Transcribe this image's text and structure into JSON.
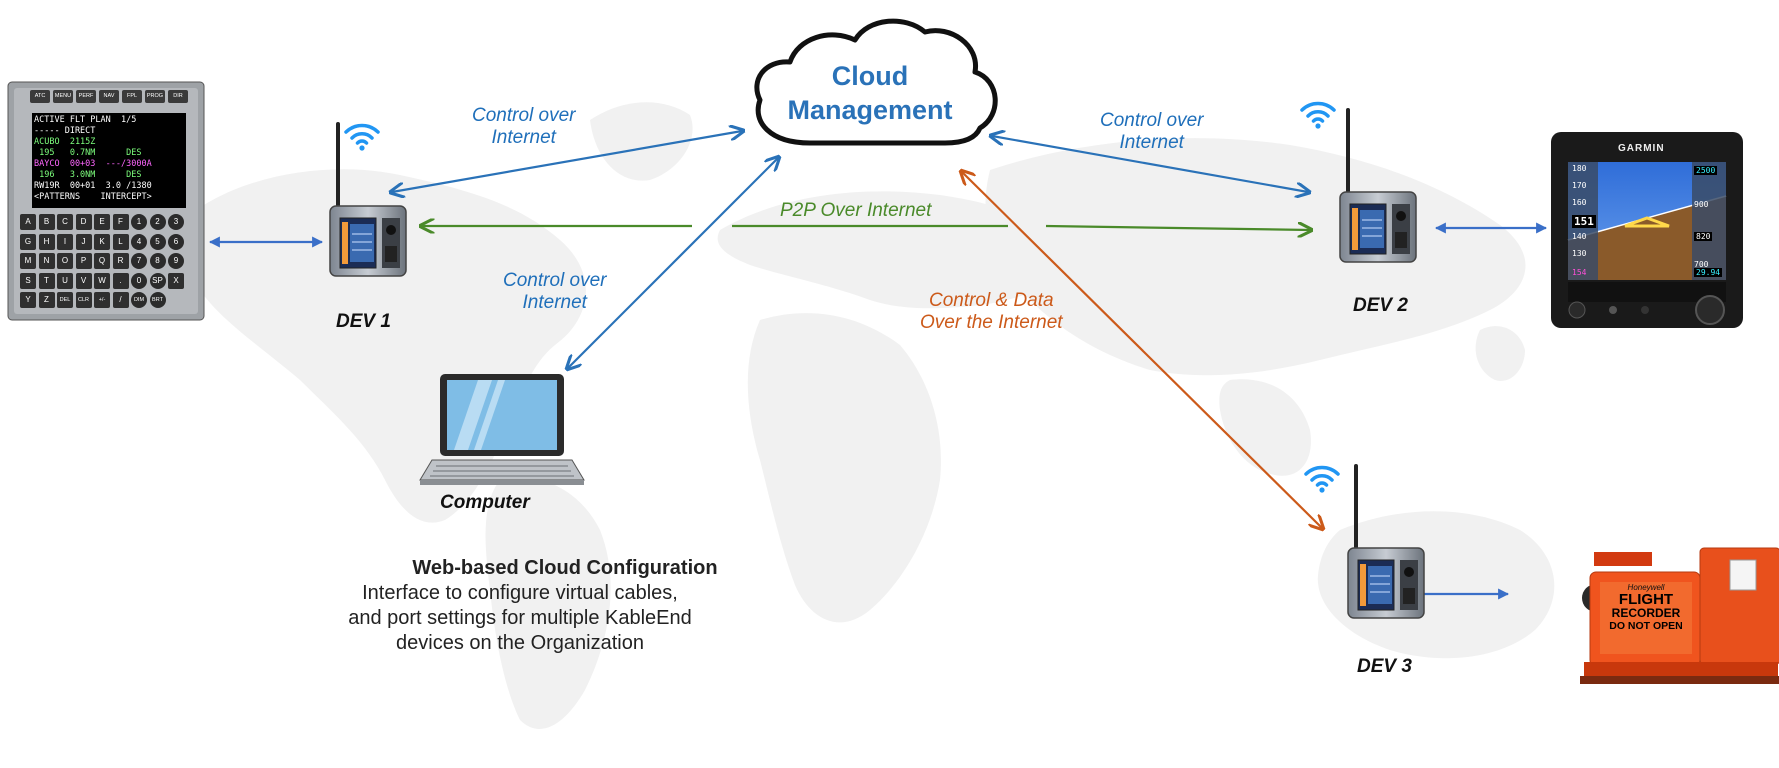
{
  "cloud": {
    "line1": "Cloud",
    "line2": "Management"
  },
  "links": {
    "dev1_control": {
      "line1": "Control over",
      "line2": "Internet"
    },
    "computer_control": {
      "line1": "Control over",
      "line2": "Internet"
    },
    "dev2_control": {
      "line1": "Control over",
      "line2": "Internet"
    },
    "p2p": "P2P Over Internet",
    "dev3_control": {
      "line1": "Control & Data",
      "line2": "Over the Internet"
    }
  },
  "devices": {
    "dev1": "DEV 1",
    "dev2": "DEV 2",
    "dev3": "DEV 3",
    "computer": "Computer"
  },
  "description": {
    "title": "Web-based Cloud Configuration",
    "line1": "Interface to configure virtual cables,",
    "line2": "and port settings for multiple KableEnd",
    "line3": "devices on the Organization"
  },
  "cdu": {
    "top_keys": [
      "ATC",
      "MENU",
      "PERF",
      "NAV",
      "FPL",
      "PROG",
      "DIR"
    ],
    "screen_lines": [
      "ACTIVE FLT PLAN  1/5",
      "----- DIRECT",
      "ACUBO  2115Z",
      " 195   0.7NM      DES",
      "BAYCO  00+03  ---/3000A",
      " 196   3.0NM      DES",
      "RW19R  00+01  3.0 /1380",
      "<PATTERNS    INTERCEPT>"
    ],
    "keys": [
      "A",
      "B",
      "C",
      "D",
      "E",
      "F",
      "1",
      "2",
      "3",
      "G",
      "H",
      "I",
      "J",
      "K",
      "L",
      "4",
      "5",
      "6",
      "M",
      "N",
      "O",
      "P",
      "Q",
      "R",
      "7",
      "8",
      "9",
      "S",
      "T",
      "U",
      "V",
      "W",
      ".",
      "0",
      "SP",
      "X",
      "Y",
      "Z",
      "DEL",
      "CLR",
      "+/-",
      "/",
      "DIM",
      "BRT"
    ]
  },
  "pfd": {
    "brand": "GARMIN",
    "speeds": [
      "180",
      "170",
      "160",
      "151",
      "140",
      "130",
      "154"
    ],
    "alts": [
      "2500",
      "900",
      "820",
      "700",
      "29.94"
    ]
  },
  "recorder": {
    "brand": "Honeywell",
    "line1": "FLIGHT",
    "line2": "RECORDER",
    "line3": "DO NOT OPEN"
  },
  "colors": {
    "blue": "#2a72b8",
    "green": "#4a8a2a",
    "orange": "#cc5a1a",
    "map": "#f2f2f2"
  },
  "icons": [
    "cloud-icon",
    "wifi-icon",
    "laptop-icon",
    "device-icon",
    "cdu-icon",
    "pfd-icon",
    "flight-recorder-icon"
  ]
}
